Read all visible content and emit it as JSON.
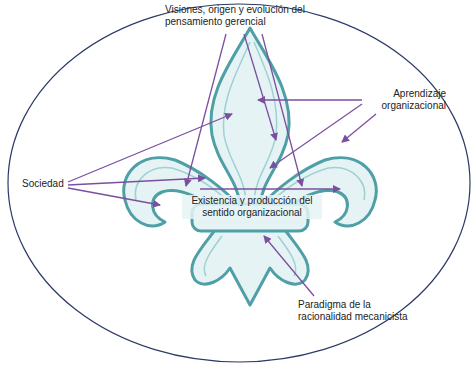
{
  "diagram": {
    "labels": [
      "Visiones, origen y evolución del pensamiento gerencial",
      "Aprendizaje organizacional",
      "Sociedad",
      "Existencia y producción del sentido organizacional",
      "Paradigma de la racionalidad mecanicista"
    ]
  }
}
